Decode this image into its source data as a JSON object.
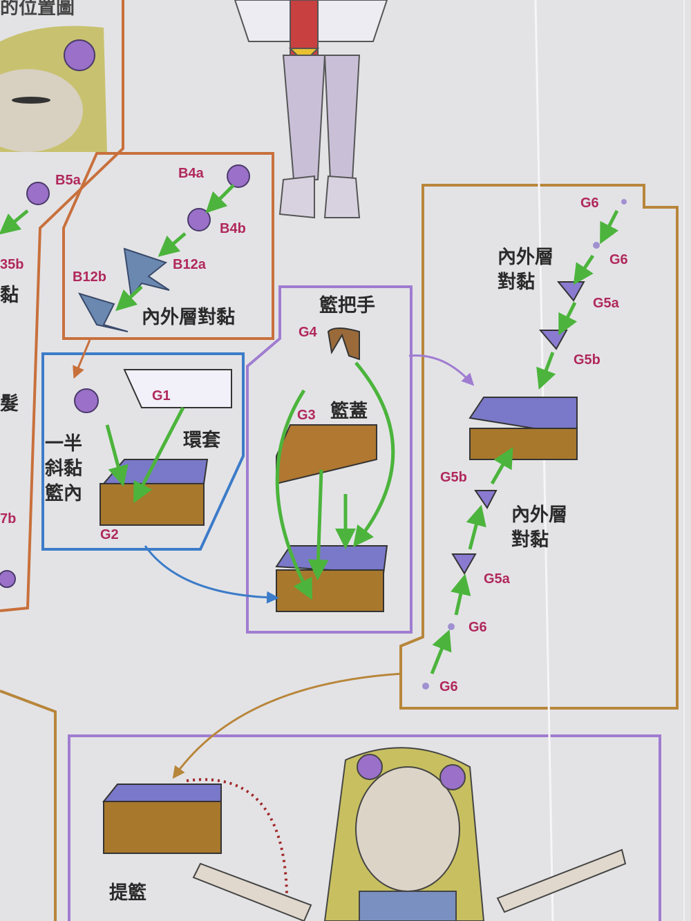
{
  "header": {
    "title_partial": "的位置圖"
  },
  "left_partial": {
    "b5a": "B5a",
    "b5b": "35b",
    "stick": "黏",
    "hair": "髮",
    "b7b": "7b"
  },
  "step_flower": {
    "b4a": "B4a",
    "b4b": "B4b",
    "b12a": "B12a",
    "b12b": "B12b",
    "note": "內外層對黏"
  },
  "step_ring": {
    "g1": "G1",
    "g1_name": "環套",
    "note_lines": [
      "一半",
      "斜黏",
      "籃內"
    ],
    "g2": "G2"
  },
  "step_lid": {
    "handle_name": "籃把手",
    "g4": "G4",
    "g3": "G3",
    "lid_name": "籃蓋"
  },
  "step_bows": {
    "top_g6a": "G6",
    "top_g6b": "G6",
    "top_note_lines": [
      "內外層",
      "對黏"
    ],
    "top_g5a": "G5a",
    "top_g5b": "G5b",
    "bot_g5b": "G5b",
    "bot_note_lines": [
      "內外層",
      "對黏"
    ],
    "bot_g5a": "G5a",
    "bot_g6a": "G6",
    "bot_g6b": "G6"
  },
  "final": {
    "note": "提籃"
  },
  "colors": {
    "paper": "#e3e3e6",
    "orange": "#c8703c",
    "blue": "#3c7cc8",
    "purple": "#a07cd0",
    "gold": "#b8863a",
    "arrow": "#4cb43c",
    "label": "#b0285a"
  }
}
